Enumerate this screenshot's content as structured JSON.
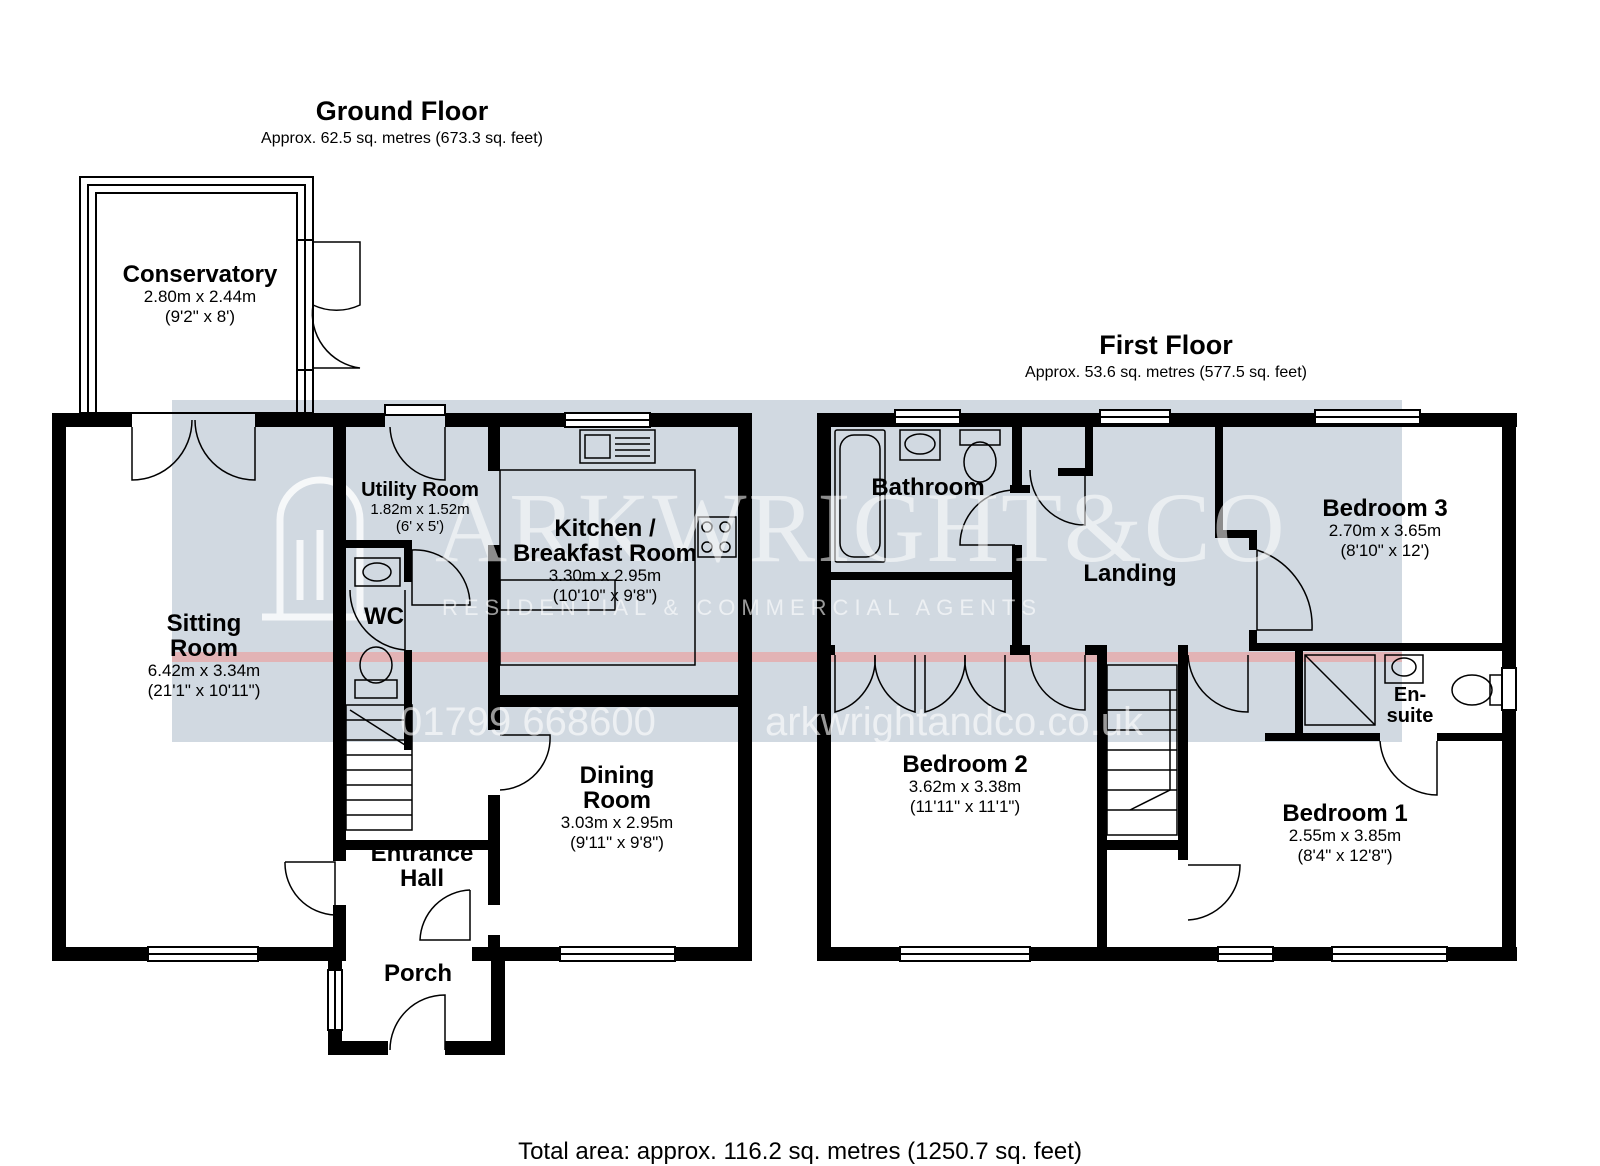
{
  "ground_floor": {
    "title": "Ground Floor",
    "area": "Approx. 62.5 sq. metres (673.3 sq. feet)",
    "rooms": {
      "conservatory": {
        "name": "Conservatory",
        "dim_m": "2.80m x 2.44m",
        "dim_ft": "(9'2\" x 8')"
      },
      "utility": {
        "name": "Utility Room",
        "dim_m": "1.82m x 1.52m",
        "dim_ft": "(6' x 5')"
      },
      "kitchen": {
        "name": "Kitchen /",
        "name2": "Breakfast Room",
        "dim_m": "3.30m x 2.95m",
        "dim_ft": "(10'10\" x 9'8\")"
      },
      "wc": {
        "name": "WC"
      },
      "sitting": {
        "name": "Sitting",
        "name2": "Room",
        "dim_m": "6.42m x 3.34m",
        "dim_ft": "(21'1\" x 10'11\")"
      },
      "dining": {
        "name": "Dining",
        "name2": "Room",
        "dim_m": "3.03m x 2.95m",
        "dim_ft": "(9'11\" x 9'8\")"
      },
      "hall": {
        "name": "Entrance",
        "name2": "Hall"
      },
      "porch": {
        "name": "Porch"
      }
    }
  },
  "first_floor": {
    "title": "First Floor",
    "area": "Approx. 53.6 sq. metres (577.5 sq. feet)",
    "rooms": {
      "bathroom": {
        "name": "Bathroom"
      },
      "landing": {
        "name": "Landing"
      },
      "bedroom3": {
        "name": "Bedroom 3",
        "dim_m": "2.70m x 3.65m",
        "dim_ft": "(8'10\" x 12')"
      },
      "ensuite": {
        "name": "En-",
        "name2": "suite"
      },
      "bedroom2": {
        "name": "Bedroom 2",
        "dim_m": "3.62m x 3.38m",
        "dim_ft": "(11'11\" x 11'1\")"
      },
      "bedroom1": {
        "name": "Bedroom 1",
        "dim_m": "2.55m x 3.85m",
        "dim_ft": "(8'4\" x 12'8\")"
      }
    }
  },
  "total_area": "Total area: approx. 116.2 sq. metres (1250.7 sq. feet)",
  "watermark": {
    "name": "ARKWRIGHT&CO",
    "tagline": "RESIDENTIAL & COMMERCIAL AGENTS",
    "phone": "01799 668600",
    "website": "arkwrightandco.co.uk",
    "band_color": "#c9d2dc",
    "accent_color": "#e9a3a3"
  },
  "colors": {
    "wall": "#000000",
    "background": "#ffffff"
  }
}
